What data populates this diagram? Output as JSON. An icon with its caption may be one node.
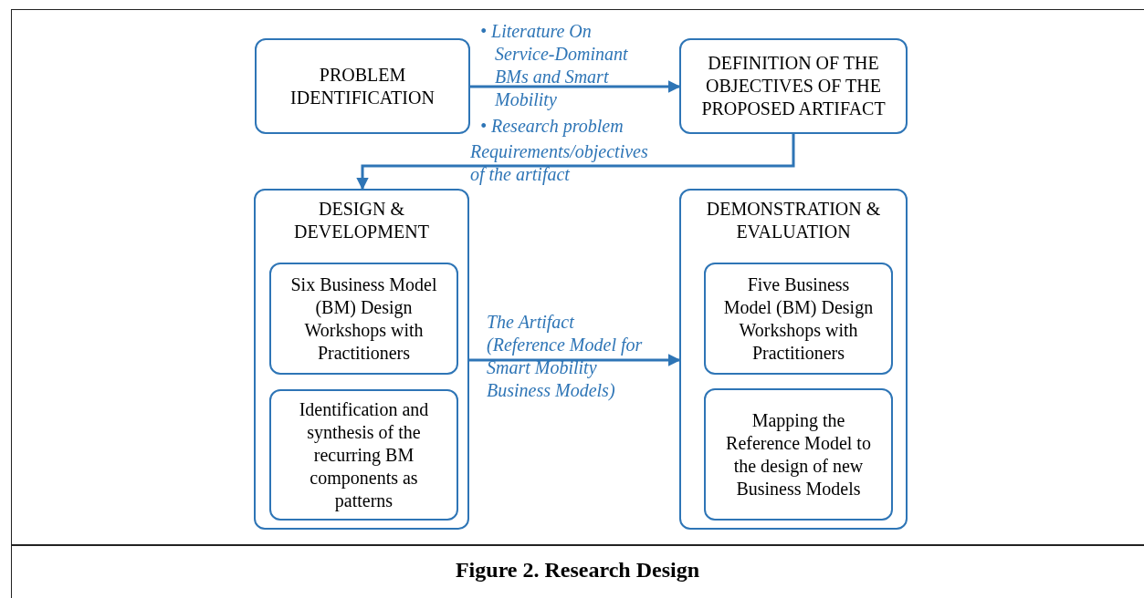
{
  "diagram": {
    "caption": "Figure 2. Research Design",
    "nodes": [
      {
        "text": [
          "PROBLEM IDENTIFICATION"
        ]
      },
      {
        "text": [
          "DEFINITION OF THE OBJECTIVES OF THE PROPOSED ARTIFACT"
        ]
      },
      {
        "text": [
          "DESIGN & DEVELOPMENT"
        ]
      },
      {
        "text": [
          "Six Business Model (BM) Design Workshops with Practitioners"
        ],
        "in": 2
      },
      {
        "text": [
          "Identification and synthesis of the recurring BM components as patterns"
        ],
        "in": 2
      },
      {
        "text": [
          "DEMONSTRATION & EVALUATION"
        ]
      },
      {
        "text": [
          "Five Business Model (BM) Design Workshops with Practitioners"
        ],
        "in": 5
      },
      {
        "text": [
          "Mapping the Reference Model to the design of new Business Models"
        ],
        "in": 5
      }
    ],
    "edges": [
      {
        "from": 0,
        "to": 1,
        "arrow": "to"
      },
      {
        "from": 1,
        "to": 2,
        "arrow": "to",
        "label": "Requirements/objectives of the artifact"
      },
      {
        "from": 2,
        "to": 5,
        "arrow": "to",
        "label": "The Artifact (Reference Model for Smart Mobility Business Models)"
      }
    ],
    "labels": [
      "• Literature On Service-Dominant BMs and Smart Mobility",
      "• Research problem"
    ]
  }
}
